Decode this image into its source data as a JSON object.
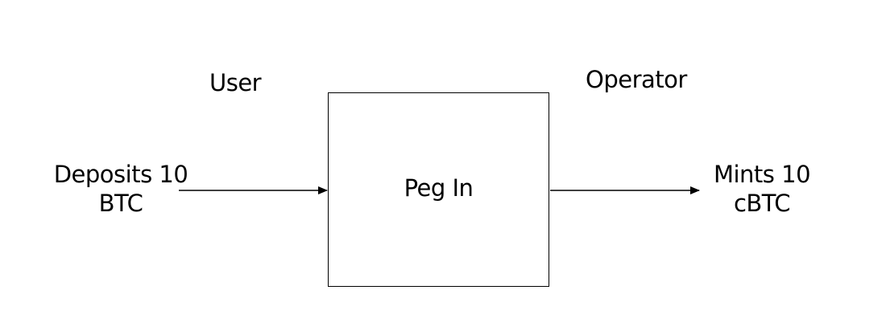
{
  "diagram": {
    "left_role": "User",
    "right_role": "Operator",
    "input": {
      "line1": "Deposits 10",
      "line2": "BTC"
    },
    "process": "Peg In",
    "output": {
      "line1": "Mints 10",
      "line2": "cBTC"
    }
  },
  "colors": {
    "stroke": "#000000",
    "background": "#ffffff"
  }
}
